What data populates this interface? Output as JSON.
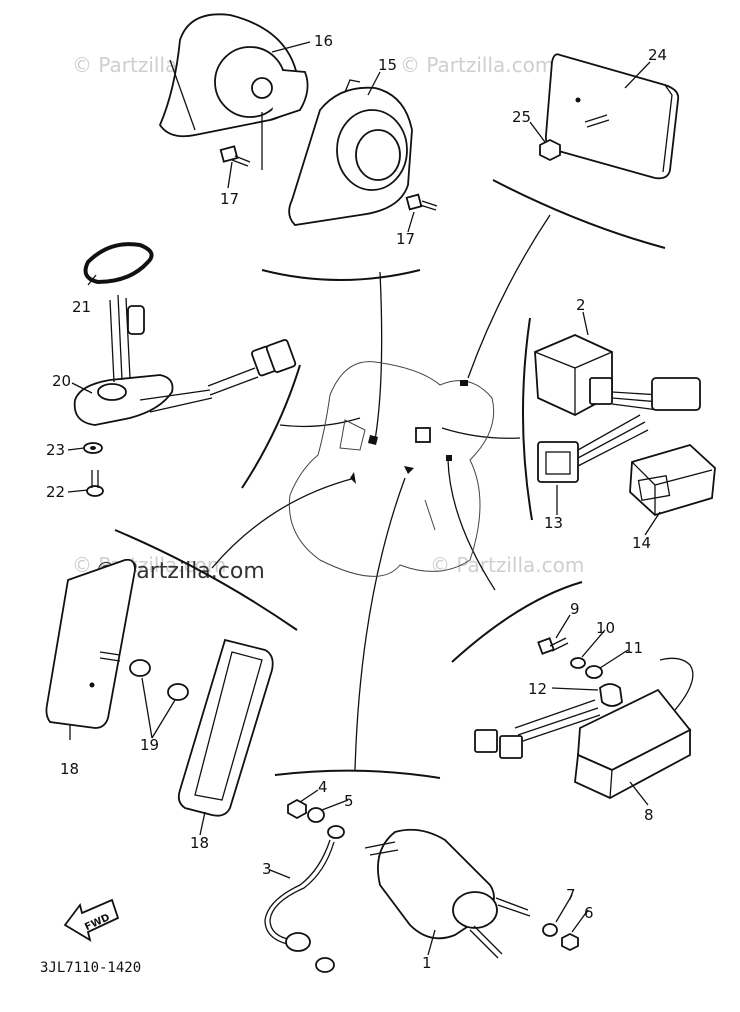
{
  "watermark": "© Partzilla.com",
  "drawing_code": "3JL7110-1420",
  "fwd_label": "FWD",
  "callouts": {
    "p1": "1",
    "p2": "2",
    "p3": "3",
    "p4": "4",
    "p5": "5",
    "p6": "6",
    "p7": "7",
    "p8": "8",
    "p9": "9",
    "p10": "10",
    "p11": "11",
    "p12": "12",
    "p13": "13",
    "p14": "14",
    "p15": "15",
    "p16": "16",
    "p17a": "17",
    "p17b": "17",
    "p18a": "18",
    "p18b": "18",
    "p19": "19",
    "p20": "20",
    "p21": "21",
    "p22": "22",
    "p23": "23",
    "p24": "24",
    "p25": "25"
  }
}
